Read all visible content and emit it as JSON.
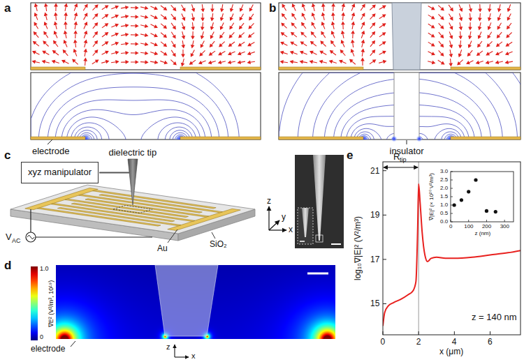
{
  "diagram": {
    "nodes": [
      {
        "text": [
          "xyz manipulator"
        ]
      }
    ],
    "labels": [
      "a",
      "electrode",
      "b",
      "insulator",
      "c",
      "dielectric tip",
      "V",
      "AC",
      "Au",
      "SiO₂",
      "z",
      "y",
      "x",
      "d",
      "1.0",
      "0",
      "∇E² (V²/m³, 10¹⁹)",
      "electrode",
      "z",
      "x",
      "e",
      "R",
      "tip",
      "21",
      "19",
      "17",
      "15",
      "0",
      "2",
      "4",
      "6",
      "x (μm)",
      "log₁₀∇|E|² (V²/m³)",
      "z = 140 nm",
      "3.0",
      "2.5",
      "2.0",
      "1.5",
      "1.0",
      "0.5",
      "0.0",
      "0",
      "100",
      "200",
      "300",
      "z (nm)",
      "∇|E|² (× 10²⁰ V²/m³)"
    ]
  }
}
